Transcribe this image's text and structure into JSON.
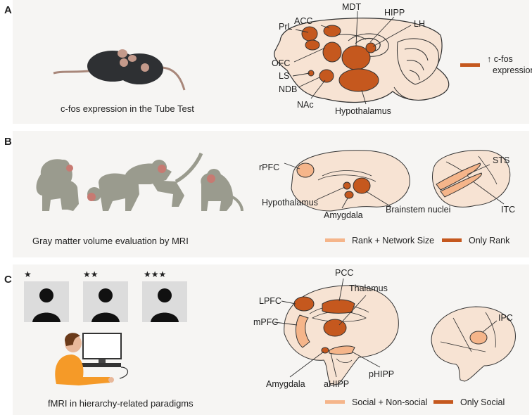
{
  "panels": {
    "a": {
      "letter": "A",
      "caption": "c-fos expression in the Tube Test",
      "regions": [
        "PrL",
        "ACC",
        "MDT",
        "HIPP",
        "LH",
        "OFC",
        "LS",
        "NDB",
        "NAc",
        "Hypothalamus"
      ],
      "legend": "↑ c-fos\nexpression"
    },
    "b": {
      "letter": "B",
      "caption": "Gray matter volume evaluation by MRI",
      "regions": [
        "rPFC",
        "Hypothalamus",
        "Amygdala",
        "Brainstem nuclei",
        "STS",
        "ITC"
      ],
      "legend": [
        "Rank + Network Size",
        "Only Rank"
      ]
    },
    "c": {
      "letter": "C",
      "caption": "fMRI in hierarchy-related paradigms",
      "stars": [
        "★",
        "★★",
        "★★★"
      ],
      "regions": [
        "PCC",
        "Thalamus",
        "LPFC",
        "mPFC",
        "IPC",
        "Amygdala",
        "aHIPP",
        "pHIPP"
      ],
      "legend": [
        "Social + Non-social",
        "Only Social"
      ]
    }
  },
  "colors": {
    "dark": "#c5581e",
    "light": "#f5b58a",
    "tissue": "#f7e3d3",
    "bg": "#f6f5f3"
  }
}
